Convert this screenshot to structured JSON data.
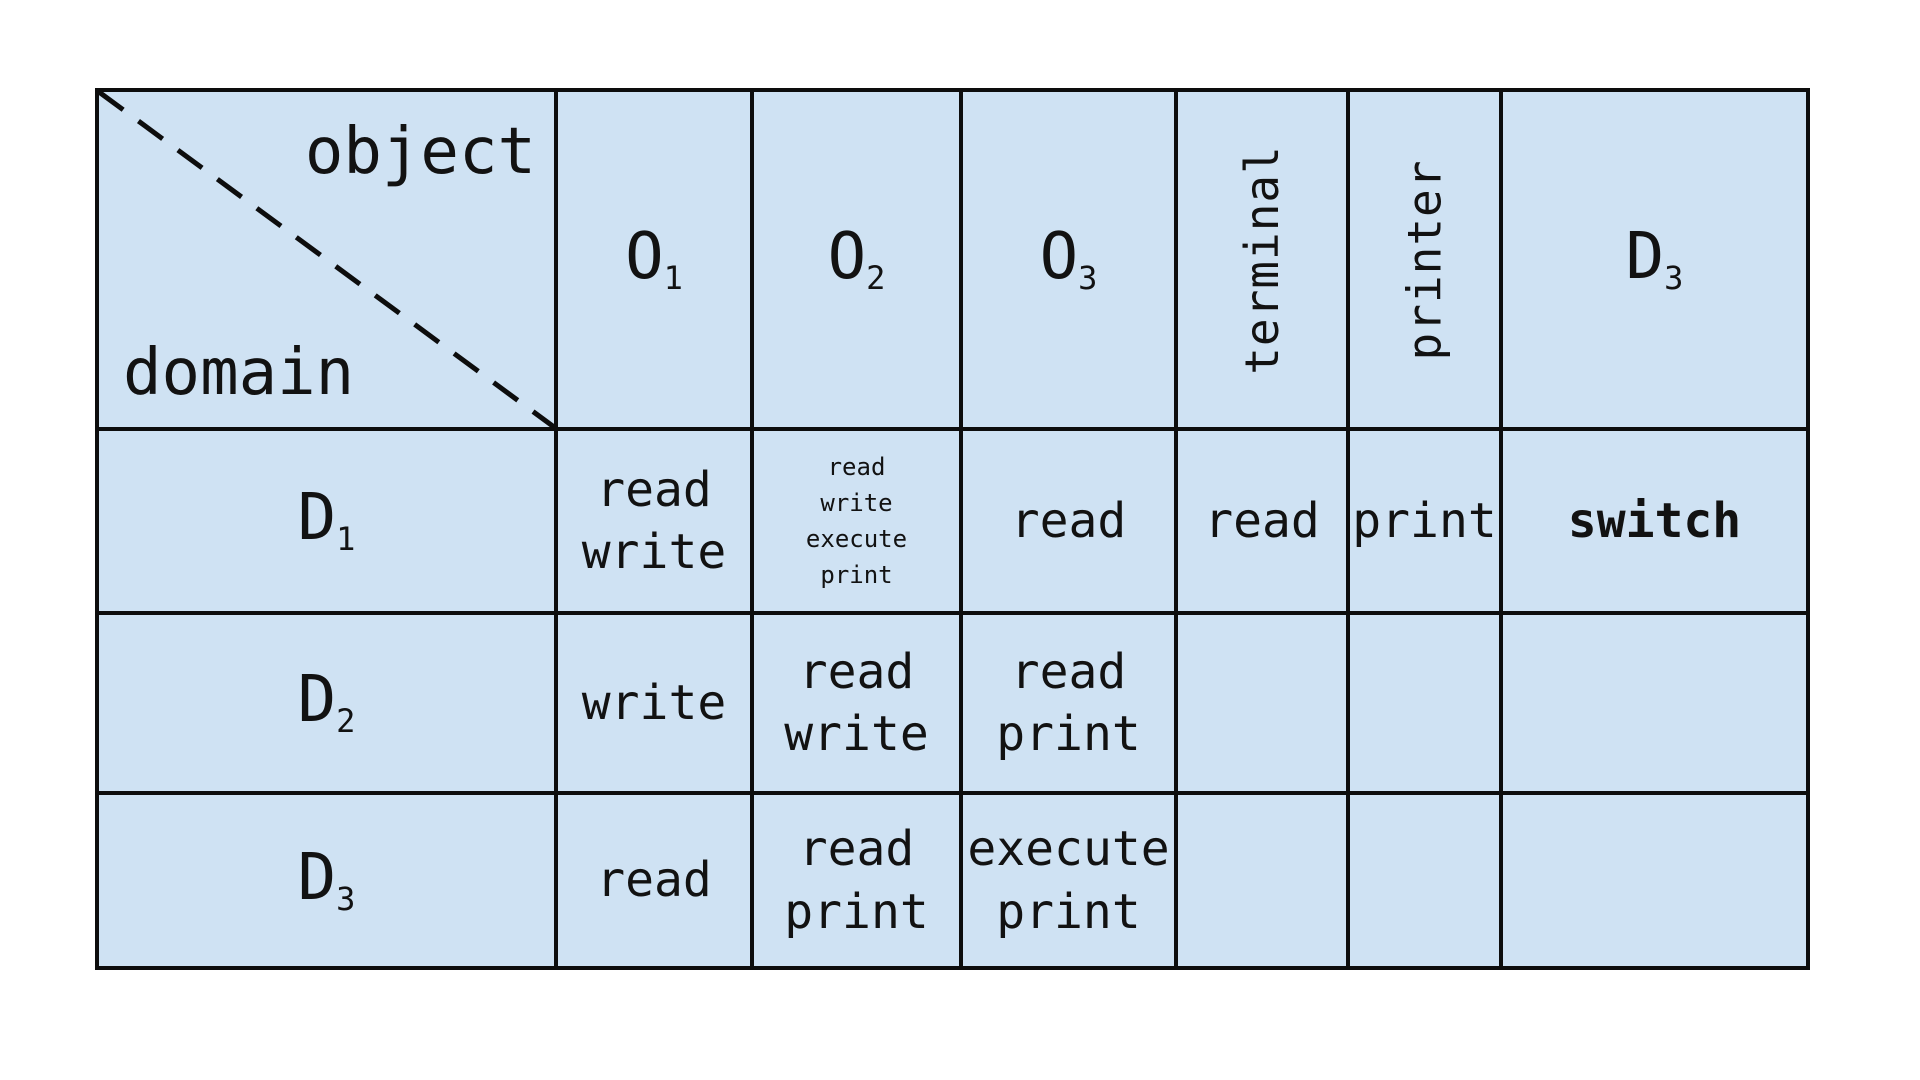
{
  "colors": {
    "page_background": "#ffffff",
    "cell_background": "#cfe2f3",
    "grid_line": "#0d0d0d",
    "text": "#121212"
  },
  "table": {
    "corner": {
      "object_label": "object",
      "domain_label": "domain"
    },
    "columns": [
      {
        "base": "O",
        "sub": "1"
      },
      {
        "base": "O",
        "sub": "2"
      },
      {
        "base": "O",
        "sub": "3"
      },
      {
        "label": "terminal",
        "orientation": "vertical"
      },
      {
        "label": "printer",
        "orientation": "vertical"
      },
      {
        "base": "D",
        "sub": "3"
      }
    ],
    "rows": [
      {
        "domain": {
          "base": "D",
          "sub": "1"
        },
        "cells": [
          "read\nwrite",
          "read\nwrite\nexecute\nprint",
          "read",
          "read",
          "print",
          "switch"
        ]
      },
      {
        "domain": {
          "base": "D",
          "sub": "2"
        },
        "cells": [
          "write",
          "read\nwrite",
          "read\nprint",
          "",
          "",
          ""
        ]
      },
      {
        "domain": {
          "base": "D",
          "sub": "3"
        },
        "cells": [
          "read",
          "read\nprint",
          "execute\nprint",
          "",
          "",
          ""
        ]
      }
    ]
  }
}
